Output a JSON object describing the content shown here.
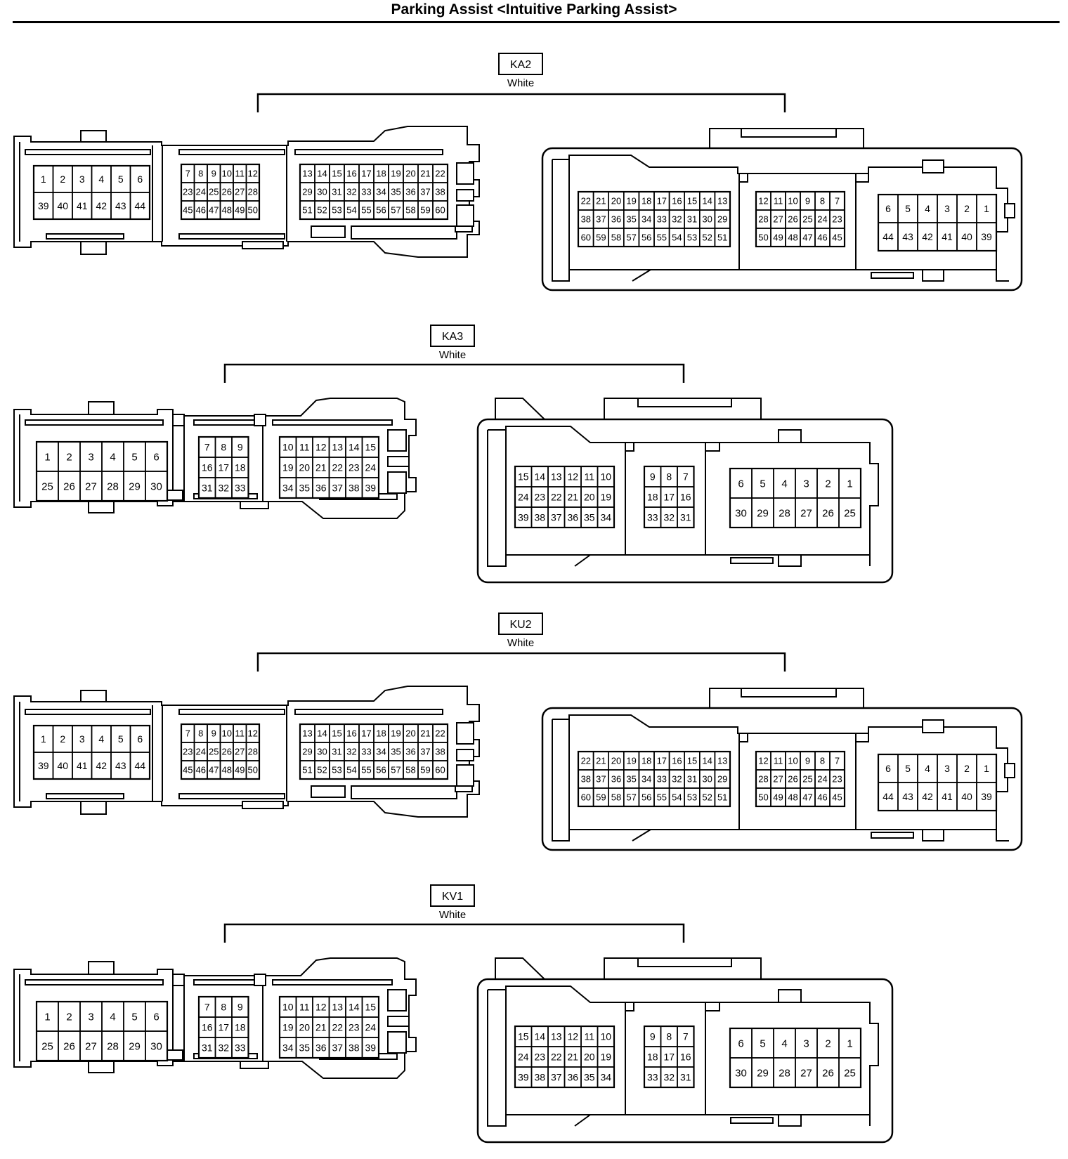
{
  "title": "Parking Assist <Intuitive Parking Assist>",
  "connectors": [
    {
      "id": "KA2",
      "color": "White",
      "variant": "large",
      "male": {
        "blockA": [
          [
            "1",
            "2",
            "3",
            "4",
            "5",
            "6"
          ],
          [
            "39",
            "40",
            "41",
            "42",
            "43",
            "44"
          ]
        ],
        "blockB": [
          [
            "7",
            "8",
            "9",
            "10",
            "11",
            "12"
          ],
          [
            "23",
            "24",
            "25",
            "26",
            "27",
            "28"
          ],
          [
            "45",
            "46",
            "47",
            "48",
            "49",
            "50"
          ]
        ],
        "blockC": [
          [
            "13",
            "14",
            "15",
            "16",
            "17",
            "18",
            "19",
            "20",
            "21",
            "22"
          ],
          [
            "29",
            "30",
            "31",
            "32",
            "33",
            "34",
            "35",
            "36",
            "37",
            "38"
          ],
          [
            "51",
            "52",
            "53",
            "54",
            "55",
            "56",
            "57",
            "58",
            "59",
            "60"
          ]
        ]
      },
      "female": {
        "blockC": [
          [
            "22",
            "21",
            "20",
            "19",
            "18",
            "17",
            "16",
            "15",
            "14",
            "13"
          ],
          [
            "38",
            "37",
            "36",
            "35",
            "34",
            "33",
            "32",
            "31",
            "30",
            "29"
          ],
          [
            "60",
            "59",
            "58",
            "57",
            "56",
            "55",
            "54",
            "53",
            "52",
            "51"
          ]
        ],
        "blockB": [
          [
            "12",
            "11",
            "10",
            "9",
            "8",
            "7"
          ],
          [
            "28",
            "27",
            "26",
            "25",
            "24",
            "23"
          ],
          [
            "50",
            "49",
            "48",
            "47",
            "46",
            "45"
          ]
        ],
        "blockA": [
          [
            "6",
            "5",
            "4",
            "3",
            "2",
            "1"
          ],
          [
            "44",
            "43",
            "42",
            "41",
            "40",
            "39"
          ]
        ]
      }
    },
    {
      "id": "KA3",
      "color": "White",
      "variant": "small",
      "male": {
        "blockA": [
          [
            "1",
            "2",
            "3",
            "4",
            "5",
            "6"
          ],
          [
            "25",
            "26",
            "27",
            "28",
            "29",
            "30"
          ]
        ],
        "blockB": [
          [
            "7",
            "8",
            "9"
          ],
          [
            "16",
            "17",
            "18"
          ],
          [
            "31",
            "32",
            "33"
          ]
        ],
        "blockC": [
          [
            "10",
            "11",
            "12",
            "13",
            "14",
            "15"
          ],
          [
            "19",
            "20",
            "21",
            "22",
            "23",
            "24"
          ],
          [
            "34",
            "35",
            "36",
            "37",
            "38",
            "39"
          ]
        ]
      },
      "female": {
        "blockC": [
          [
            "15",
            "14",
            "13",
            "12",
            "11",
            "10"
          ],
          [
            "24",
            "23",
            "22",
            "21",
            "20",
            "19"
          ],
          [
            "39",
            "38",
            "37",
            "36",
            "35",
            "34"
          ]
        ],
        "blockB": [
          [
            "9",
            "8",
            "7"
          ],
          [
            "18",
            "17",
            "16"
          ],
          [
            "33",
            "32",
            "31"
          ]
        ],
        "blockA": [
          [
            "6",
            "5",
            "4",
            "3",
            "2",
            "1"
          ],
          [
            "30",
            "29",
            "28",
            "27",
            "26",
            "25"
          ]
        ]
      }
    },
    {
      "id": "KU2",
      "color": "White",
      "variant": "large",
      "male": {
        "blockA": [
          [
            "1",
            "2",
            "3",
            "4",
            "5",
            "6"
          ],
          [
            "39",
            "40",
            "41",
            "42",
            "43",
            "44"
          ]
        ],
        "blockB": [
          [
            "7",
            "8",
            "9",
            "10",
            "11",
            "12"
          ],
          [
            "23",
            "24",
            "25",
            "26",
            "27",
            "28"
          ],
          [
            "45",
            "46",
            "47",
            "48",
            "49",
            "50"
          ]
        ],
        "blockC": [
          [
            "13",
            "14",
            "15",
            "16",
            "17",
            "18",
            "19",
            "20",
            "21",
            "22"
          ],
          [
            "29",
            "30",
            "31",
            "32",
            "33",
            "34",
            "35",
            "36",
            "37",
            "38"
          ],
          [
            "51",
            "52",
            "53",
            "54",
            "55",
            "56",
            "57",
            "58",
            "59",
            "60"
          ]
        ]
      },
      "female": {
        "blockC": [
          [
            "22",
            "21",
            "20",
            "19",
            "18",
            "17",
            "16",
            "15",
            "14",
            "13"
          ],
          [
            "38",
            "37",
            "36",
            "35",
            "34",
            "33",
            "32",
            "31",
            "30",
            "29"
          ],
          [
            "60",
            "59",
            "58",
            "57",
            "56",
            "55",
            "54",
            "53",
            "52",
            "51"
          ]
        ],
        "blockB": [
          [
            "12",
            "11",
            "10",
            "9",
            "8",
            "7"
          ],
          [
            "28",
            "27",
            "26",
            "25",
            "24",
            "23"
          ],
          [
            "50",
            "49",
            "48",
            "47",
            "46",
            "45"
          ]
        ],
        "blockA": [
          [
            "6",
            "5",
            "4",
            "3",
            "2",
            "1"
          ],
          [
            "44",
            "43",
            "42",
            "41",
            "40",
            "39"
          ]
        ]
      }
    },
    {
      "id": "KV1",
      "color": "White",
      "variant": "small",
      "male": {
        "blockA": [
          [
            "1",
            "2",
            "3",
            "4",
            "5",
            "6"
          ],
          [
            "25",
            "26",
            "27",
            "28",
            "29",
            "30"
          ]
        ],
        "blockB": [
          [
            "7",
            "8",
            "9"
          ],
          [
            "16",
            "17",
            "18"
          ],
          [
            "31",
            "32",
            "33"
          ]
        ],
        "blockC": [
          [
            "10",
            "11",
            "12",
            "13",
            "14",
            "15"
          ],
          [
            "19",
            "20",
            "21",
            "22",
            "23",
            "24"
          ],
          [
            "34",
            "35",
            "36",
            "37",
            "38",
            "39"
          ]
        ]
      },
      "female": {
        "blockC": [
          [
            "15",
            "14",
            "13",
            "12",
            "11",
            "10"
          ],
          [
            "24",
            "23",
            "22",
            "21",
            "20",
            "19"
          ],
          [
            "39",
            "38",
            "37",
            "36",
            "35",
            "34"
          ]
        ],
        "blockB": [
          [
            "9",
            "8",
            "7"
          ],
          [
            "18",
            "17",
            "16"
          ],
          [
            "33",
            "32",
            "31"
          ]
        ],
        "blockA": [
          [
            "6",
            "5",
            "4",
            "3",
            "2",
            "1"
          ],
          [
            "30",
            "29",
            "28",
            "27",
            "26",
            "25"
          ]
        ]
      }
    }
  ]
}
